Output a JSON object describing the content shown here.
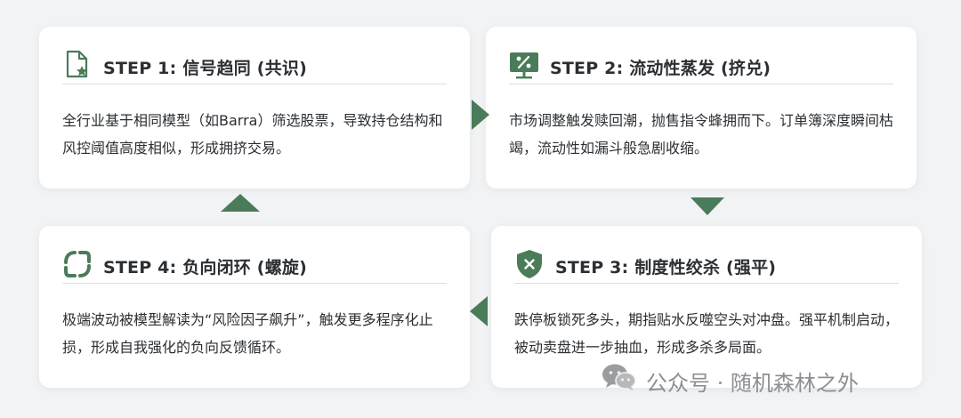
{
  "steps": [
    {
      "title": "STEP 1: 信号趋同 (共识)",
      "text": "全行业基于相同模型（如Barra）筛选股票，导致持仓结构和风控阈值高度相似，形成拥挤交易。",
      "icon": "document-star-icon"
    },
    {
      "title": "STEP 2: 流动性蒸发 (挤兑)",
      "text": "市场调整触发赎回潮，抛售指令蜂拥而下。订单簿深度瞬间枯竭，流动性如漏斗般急剧收缩。",
      "icon": "monitor-percent-icon"
    },
    {
      "title": "STEP 3: 制度性绞杀 (强平)",
      "text": "跌停板锁死多头，期指贴水反噬空头对冲盘。强平机制启动，被动卖盘进一步抽血，形成多杀多局面。",
      "icon": "shield-x-icon"
    },
    {
      "title": "STEP 4: 负向闭环 (螺旋)",
      "text": "极端波动被模型解读为“风险因子飙升”，触发更多程序化止损，形成自我强化的负向反馈循环。",
      "icon": "cycle-arrows-icon"
    }
  ],
  "watermark": {
    "text": "公众号 · 随机森林之外",
    "icon": "wechat-icon"
  },
  "colors": {
    "accent": "#4a7c59",
    "card": "#ffffff",
    "background": "#f1f3f5",
    "text": "#2b2f33"
  }
}
